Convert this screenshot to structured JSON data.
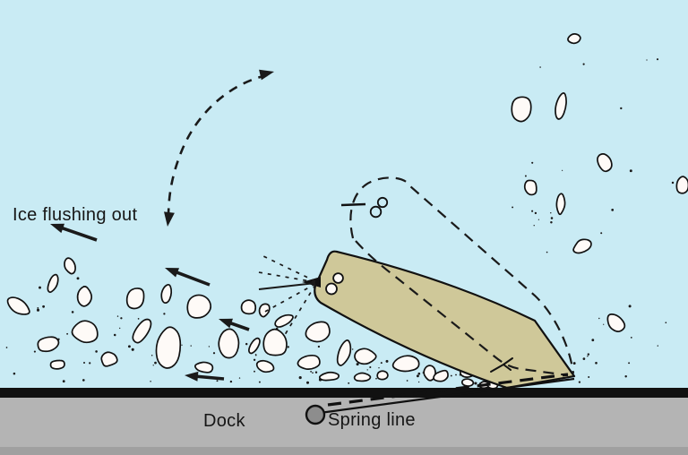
{
  "labels": {
    "ice_flushing": "Ice flushing out",
    "dock": "Dock",
    "spring_line": "Spring line"
  },
  "colors": {
    "water": "#c9ebf4",
    "boat_hull": "#cfc899",
    "dock_surface": "#b4b4b4",
    "dock_shadow": "#a0a0a0",
    "dock_edge": "#111111",
    "dock_cleat": "#8d8d8d",
    "ice": "#fefaf7",
    "ink": "#1a1a1a"
  },
  "icons": {
    "stern_cleat": "figure-eight-cleat-icon",
    "ghost_stern_cleat": "figure-eight-cleat-icon",
    "dock_cleat": "bollard-circle-icon",
    "pivot_arrow": "curved-double-dashed-arrow-icon",
    "flow_arrows": "thick-left-arrow-icon"
  }
}
